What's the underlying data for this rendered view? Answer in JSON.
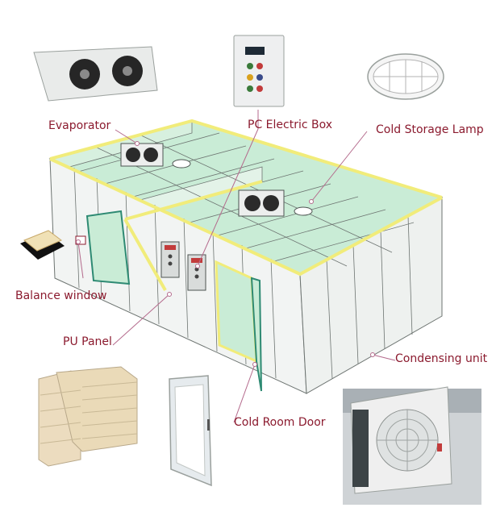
{
  "labels": {
    "evaporator": "Evaporator",
    "pc_electric_box": "PC Electric Box",
    "cold_storage_lamp": "Cold Storage Lamp",
    "balance_window": "Balance window",
    "pu_panel": "PU Panel",
    "condensing_unit": "Condensing unit",
    "cold_room_door": "Cold Room Door"
  },
  "colors": {
    "label_text": "#8b1a2e",
    "leader_line": "#b46a8c",
    "room_floor": "#c9ecd6",
    "room_wall": "#f2f4f3",
    "frame_yellow": "#f1ec7a",
    "panel_line": "#6d7471"
  },
  "icons": [
    "fan-icon",
    "control-box-icon",
    "lamp-icon",
    "door-icon",
    "panel-stack-icon",
    "condenser-icon"
  ]
}
